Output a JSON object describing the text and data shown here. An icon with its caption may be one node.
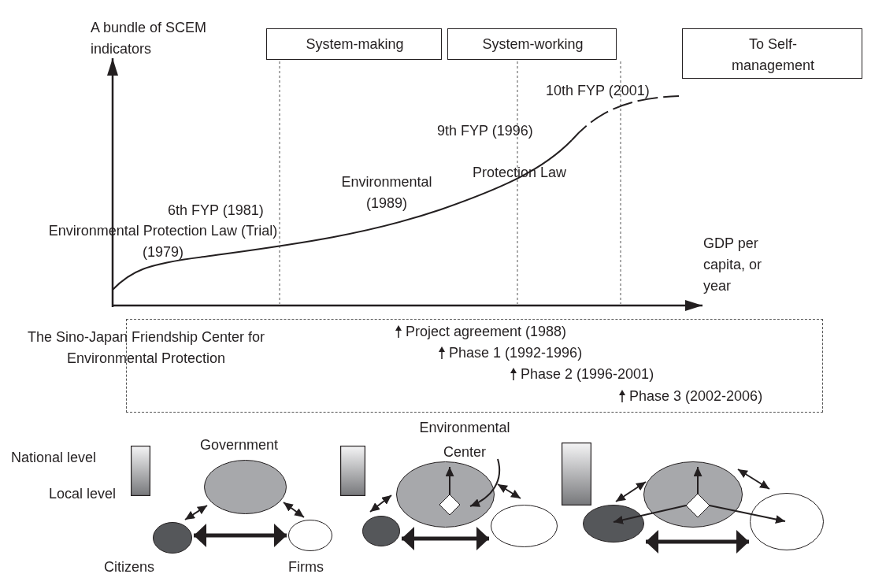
{
  "diagram": {
    "nodes": [
      {
        "text": [
          "System-making"
        ]
      },
      {
        "text": [
          "System-working"
        ]
      },
      {
        "text": [
          "To Self-management"
        ]
      },
      {
        "text": [
          "Project agreement (1988)",
          "Phase 1 (1992-1996)",
          "Phase 2 (1996-2001)",
          "Phase 3 (2002-2006)"
        ]
      },
      {
        "text": [
          "Government"
        ]
      },
      {
        "text": [
          "Citizens"
        ]
      },
      {
        "text": [
          "Firms"
        ]
      },
      {
        "text": [
          "Environmental Center"
        ]
      },
      {
        "text": [],
        "shape": "ellipse"
      },
      {
        "text": [],
        "shape": "diamond",
        "in": 8
      },
      {
        "text": [],
        "shape": "ellipse"
      },
      {
        "text": [],
        "shape": "ellipse"
      },
      {
        "text": [],
        "shape": "ellipse"
      },
      {
        "text": [],
        "shape": "diamond",
        "in": 12
      },
      {
        "text": [],
        "shape": "ellipse"
      },
      {
        "text": [],
        "shape": "ellipse"
      },
      {
        "text": [],
        "shape": "bar"
      },
      {
        "text": [],
        "shape": "bar"
      },
      {
        "text": [],
        "shape": "bar"
      }
    ],
    "edges": [
      {
        "from": 4,
        "to": 5,
        "arrow": "both"
      },
      {
        "from": 4,
        "to": 6,
        "arrow": "both"
      },
      {
        "from": 5,
        "to": 6,
        "arrow": "both",
        "style": "thick"
      },
      {
        "from": 7,
        "to": 9,
        "arrow": "to"
      },
      {
        "from": 9,
        "to": 8,
        "arrow": "to"
      },
      {
        "from": 8,
        "to": 10,
        "arrow": "both"
      },
      {
        "from": 8,
        "to": 11,
        "arrow": "both"
      },
      {
        "from": 10,
        "to": 11,
        "arrow": "both",
        "style": "thick"
      },
      {
        "from": 13,
        "to": 12,
        "arrow": "to"
      },
      {
        "from": 13,
        "to": 14,
        "arrow": "to"
      },
      {
        "from": 13,
        "to": 15,
        "arrow": "to"
      },
      {
        "from": 12,
        "to": 14,
        "arrow": "both"
      },
      {
        "from": 12,
        "to": 15,
        "arrow": "both"
      },
      {
        "from": 14,
        "to": 15,
        "arrow": "both",
        "style": "thick"
      }
    ],
    "labels": [
      "A bundle of SCEM indicators",
      "10th FYP (2001)",
      "9th FYP (1996)",
      "Environmental (1989)",
      "Protection Law",
      "6th FYP (1981)",
      "GDP per capita, or year",
      "Environmental Protection Law (Trial) (1979)",
      "The Sino-Japan Friendship Center for Environmental Protection",
      "National level",
      "Local level"
    ]
  }
}
